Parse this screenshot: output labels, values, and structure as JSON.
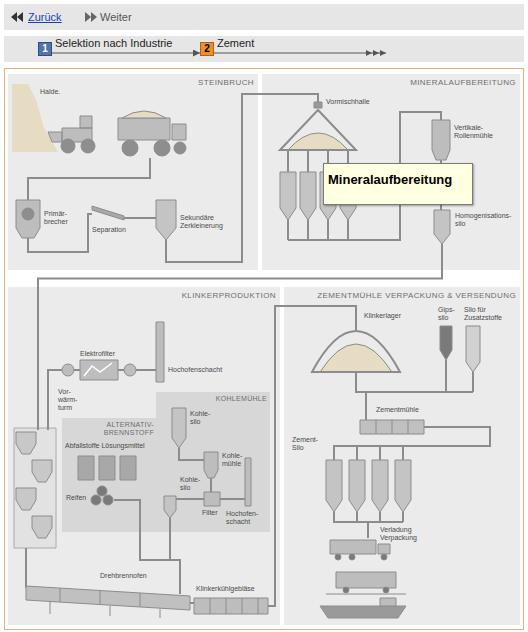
{
  "diagram": {
    "nodes": [
      {
        "text": [
          "Zurück",
          "Weiter"
        ]
      },
      {
        "text": [
          "1",
          "Selektion nach Industrie"
        ]
      },
      {
        "text": [
          "2",
          "Zement"
        ]
      },
      {
        "text": [
          "STEINBRUCH"
        ]
      },
      {
        "text": [
          "MINERALAUFBEREITUNG"
        ]
      },
      {
        "text": [
          "Mineralaufbereitung"
        ],
        "in": 4
      },
      {
        "text": [
          "KLINKERPRODUKTION"
        ]
      },
      {
        "text": [
          "ALTERNATIV-BRENNSTOFF"
        ],
        "in": 6
      },
      {
        "text": [
          "KOHLEMÜHLE"
        ],
        "in": 6
      },
      {
        "text": [
          "ZEMENTMÜHLE VERPACKUNG & VERSENDUNG"
        ]
      }
    ],
    "edges": [
      {
        "from": 1,
        "to": 2,
        "arrow": "to"
      },
      {
        "from": 3,
        "to": 4,
        "arrow": "none"
      },
      {
        "from": 4,
        "to": 6,
        "arrow": "none"
      },
      {
        "from": 6,
        "to": 9,
        "arrow": "none"
      }
    ],
    "labels": [
      "Halde.",
      "Primär- brecher",
      "Separation",
      "Sekundäre Zerkleinerung",
      "Vormischhalle",
      "Vertikale- Rollenmühle",
      "Homogenisations- silo",
      "Elektrofilter",
      "Hochofenschacht",
      "Vor- wärm- turm",
      "Abfallstoffe Lösungsmittel",
      "Reifen",
      "Kohle- silo",
      "Kohle- mühle",
      "Kohle- silo",
      "Filter",
      "Hochofen- schacht",
      "Drehbrennofen",
      "Klinkerkühlgebläse",
      "Klinkerlager",
      "Gips- silo",
      "Silo für Zusatzstoffe",
      "Zementmühle",
      "Zement- Silo",
      "Verladung Verpackung"
    ]
  }
}
